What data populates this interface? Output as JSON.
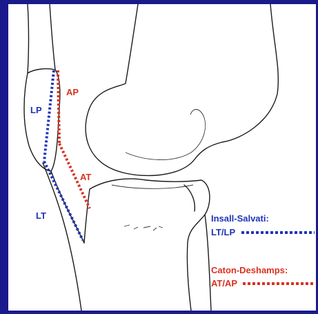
{
  "diagram": {
    "labels": {
      "lp": "LP",
      "ap": "AP",
      "at": "AT",
      "lt": "LT"
    },
    "legend": {
      "insall_title": "Insall-Salvati:",
      "insall_ratio": "LT/LP",
      "caton_title": "Caton-Deshamps:",
      "caton_ratio": "AT/AP"
    },
    "colors": {
      "background": "#1a1a8c",
      "blue_line": "#1f33b8",
      "red_line": "#d8321f"
    }
  }
}
